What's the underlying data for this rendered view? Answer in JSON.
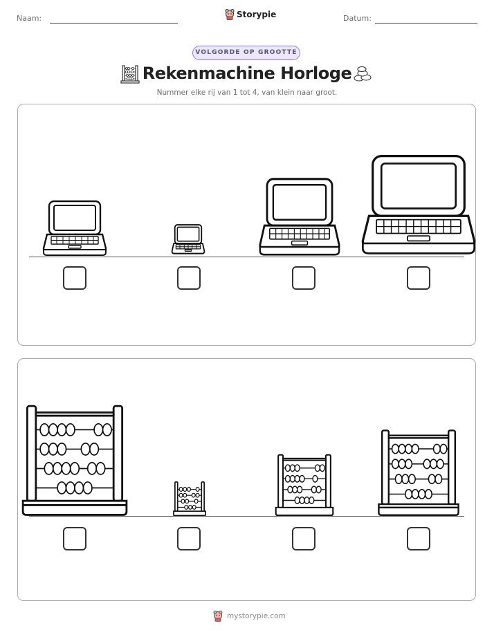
{
  "header": {
    "name_label": "Naam:",
    "date_label": "Datum:",
    "brand": "Storypie"
  },
  "badge": "VOLGORDE OP GROOTTE",
  "title": "Rekenmachine Horloge",
  "subtitle": "Nummer elke rij van 1 tot 4, van klein naar groot.",
  "rows": [
    {
      "item_icon": "laptop-icon",
      "relative_sizes": [
        0.58,
        0.3,
        0.8,
        1.0
      ],
      "answers": [
        "",
        "",
        "",
        ""
      ]
    },
    {
      "item_icon": "abacus-icon",
      "relative_sizes": [
        1.0,
        0.32,
        0.56,
        0.8
      ],
      "answers": [
        "",
        "",
        "",
        ""
      ]
    }
  ],
  "footer": "mystorypie.com"
}
